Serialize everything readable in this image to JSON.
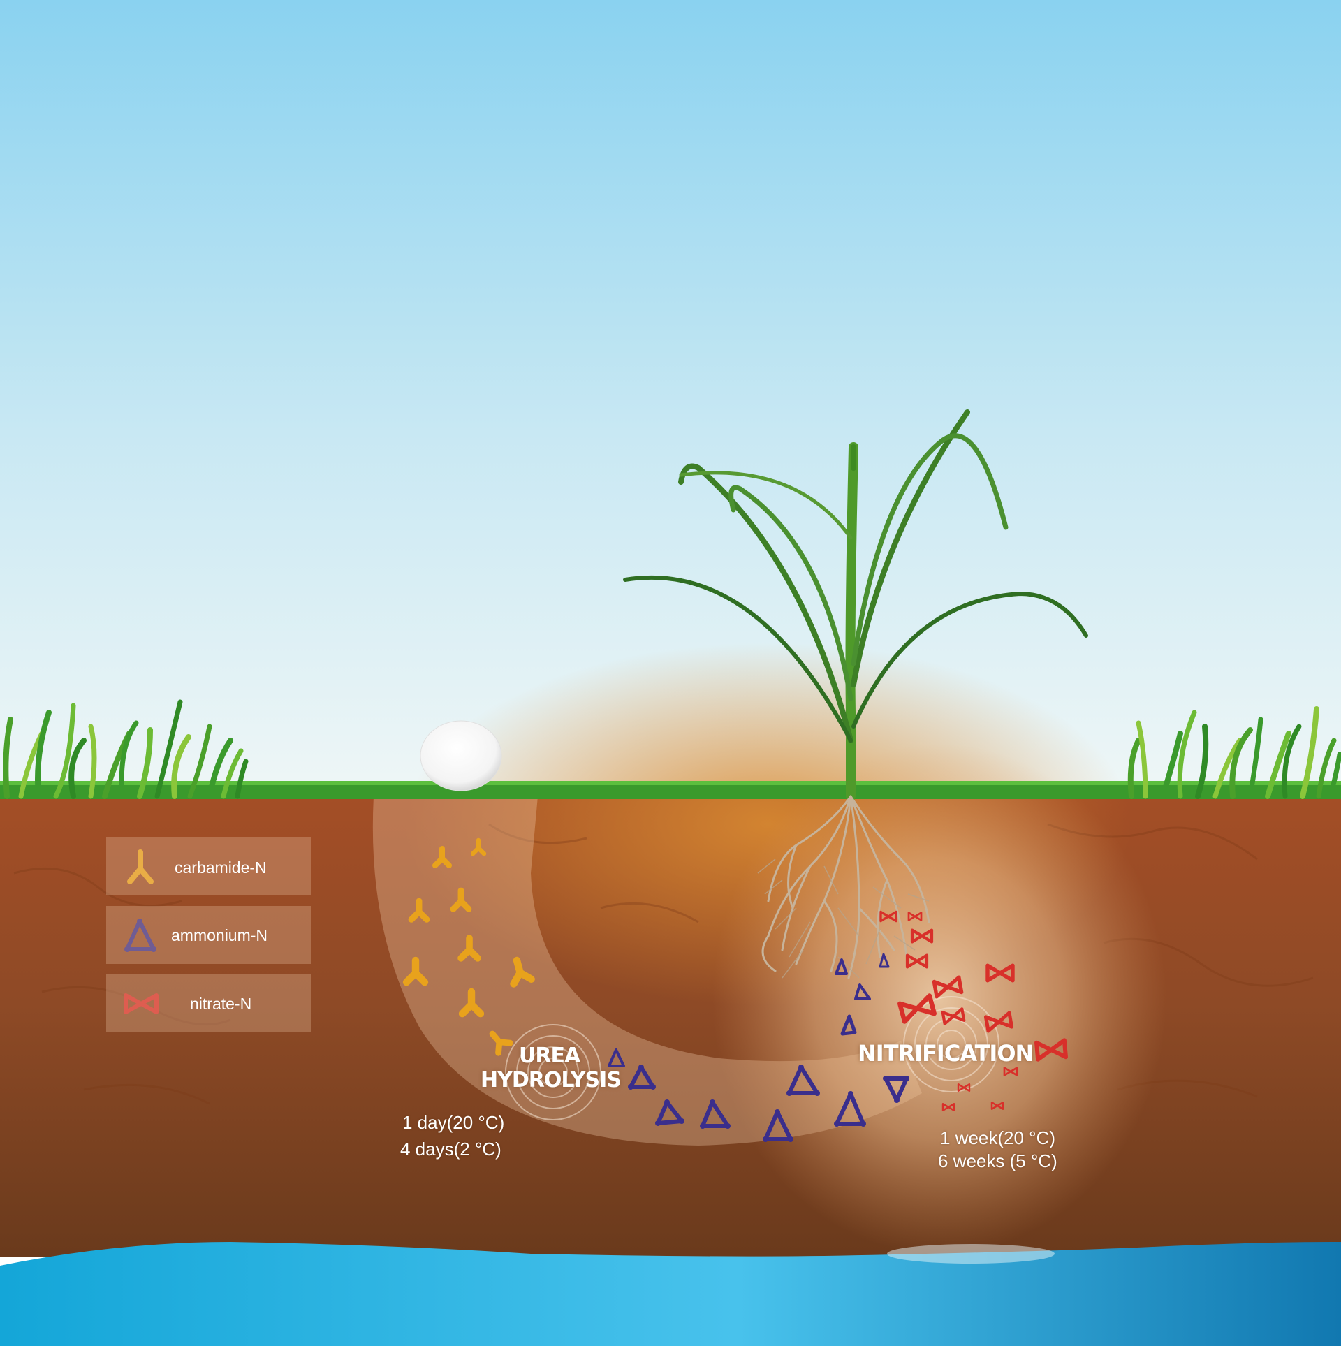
{
  "legend": {
    "items": [
      {
        "label": "carbamide-N",
        "icon": "carbamide-icon",
        "color": "#e8a21c"
      },
      {
        "label": "ammonium-N",
        "icon": "ammonium-icon",
        "color": "#3a2e8c"
      },
      {
        "label": "nitrate-N",
        "icon": "nitrate-icon",
        "color": "#d8302a"
      }
    ]
  },
  "processes": {
    "urea_hydrolysis": {
      "title_line1": "UREA",
      "title_line2": "HYDROLYSIS",
      "time_line1": "1 day(20 °C)",
      "time_line2": "4 days(2 °C)"
    },
    "nitrification": {
      "title": "NITRIFICATION",
      "time_line1": "1 week(20 °C)",
      "time_line2": "6 weeks (5 °C)"
    }
  },
  "colors": {
    "sky_top": "#8dd3f0",
    "sky_bottom": "#eef6f8",
    "grass": "#3a9a2c",
    "soil_top": "#a34e24",
    "soil_bottom": "#6b3a1c",
    "groundwater": "#2fb3e0",
    "carbamide": "#e8a21c",
    "ammonium": "#3a2e8c",
    "nitrate": "#d8302a"
  }
}
